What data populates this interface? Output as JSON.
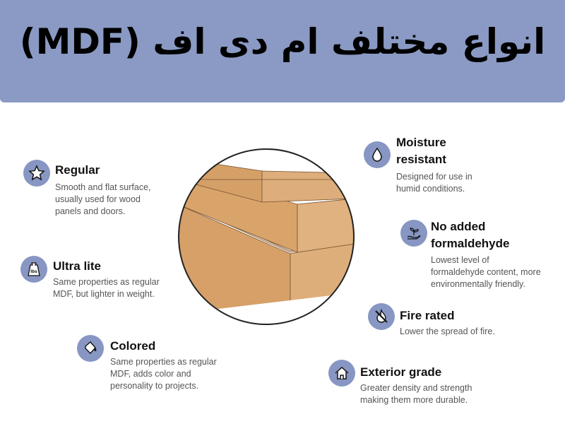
{
  "header": {
    "title": "انواع مختلف ام دی اف (MDF)"
  },
  "colors": {
    "header_bg": "#8a9ac4",
    "icon_bg": "#8796c3",
    "wood": "#d9a46a"
  },
  "features": [
    {
      "icon": "star-icon",
      "title": "Regular",
      "desc": "Smooth and flat surface,\nusually used for wood\npanels and doors."
    },
    {
      "icon": "weight-lbs-icon",
      "title": "Ultra lite",
      "desc": "Same properties as regular\nMDF, but lighter in weight."
    },
    {
      "icon": "paint-bucket-icon",
      "title": "Colored",
      "desc": "Same properties as regular\nMDF, adds color and\npersonality to projects."
    },
    {
      "icon": "water-drop-icon",
      "title": "Moisture\nresistant",
      "desc": "Designed for use in\nhumid conditions."
    },
    {
      "icon": "plant-hand-icon",
      "title": "No added\nformaldehyde",
      "desc": "Lowest level of\nformaldehyde content, more\nenvironmentally friendly."
    },
    {
      "icon": "no-fire-icon",
      "title": "Fire rated",
      "desc": "Lower the spread of fire."
    },
    {
      "icon": "house-icon",
      "title": "Exterior grade",
      "desc": "Greater density and strength\nmaking them more durable."
    }
  ]
}
